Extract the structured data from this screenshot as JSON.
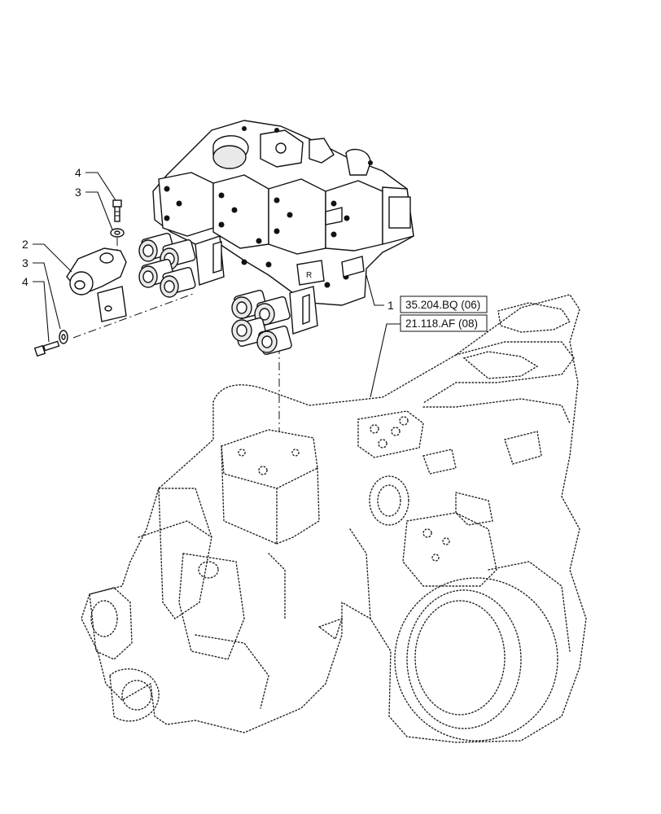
{
  "callouts": [
    {
      "label": "4"
    },
    {
      "label": "3"
    },
    {
      "label": "2"
    },
    {
      "label": "3"
    },
    {
      "label": "4"
    },
    {
      "label": "1"
    }
  ],
  "references": [
    {
      "text": "35.204.BQ (06)"
    },
    {
      "text": "21.118.AF (08)"
    }
  ],
  "icons": [
    "valve-block-assembly",
    "bracket",
    "bolt",
    "washer",
    "tractor-housing-phantom"
  ]
}
